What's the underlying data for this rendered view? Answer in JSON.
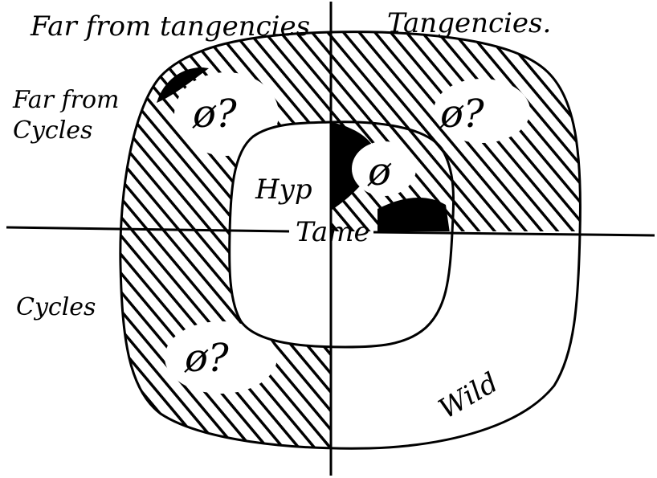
{
  "diagram": {
    "quadrants": {
      "top_left": "Far from tangencies",
      "top_right": "Tangencies."
    },
    "rows": {
      "upper": [
        "Far from",
        "Cycles"
      ],
      "lower": "Cycles"
    },
    "regions": {
      "inner_upper": "Hyp",
      "center": "Tame",
      "outer_lower_right": "Wild"
    },
    "marks": {
      "outer_top_left": "ø?",
      "outer_top_right": "ø?",
      "inner_top_right": "ø",
      "outer_bottom_left": "ø?"
    },
    "colors": {
      "ink": "#000000",
      "paper": "#ffffff"
    }
  }
}
